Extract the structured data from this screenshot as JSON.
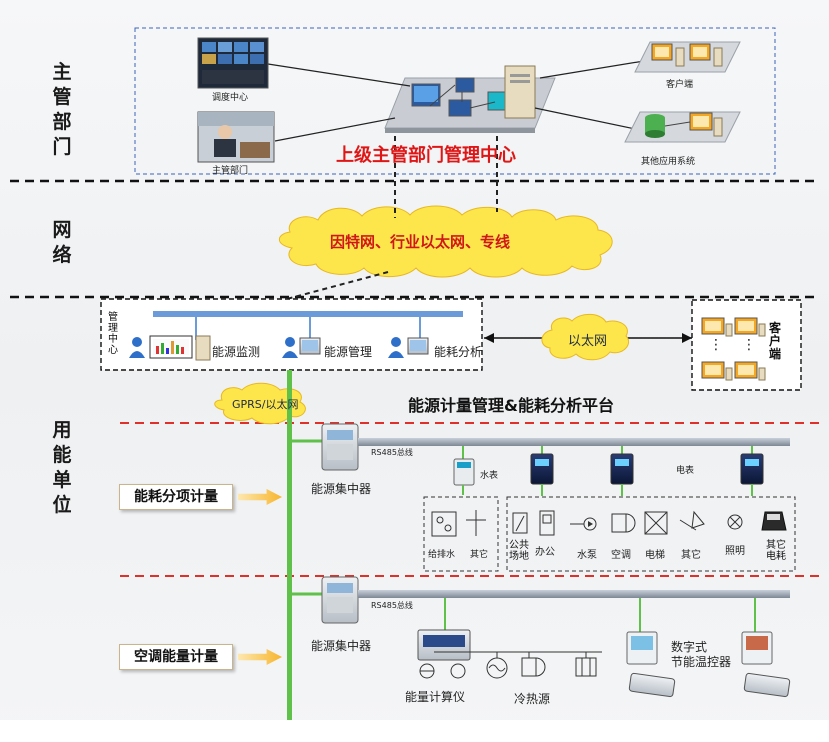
{
  "sections": {
    "top": "主管部门",
    "network": "网络",
    "user": "用能单位"
  },
  "top": {
    "dispatch_label": "调度中心",
    "dept_label": "主管部门",
    "client_label": "客户端",
    "other_label": "其他应用系统",
    "center_title": "上级主管部门管理中心"
  },
  "network": {
    "cloud_label": "因特网、行业以太网、专线"
  },
  "platform": {
    "mgmt_center": "管理中心",
    "mod1": "能源监测",
    "mod2": "能源管理",
    "mod3": "能耗分析",
    "ethernet": "以太网",
    "client": "客户端",
    "dots1": "⋮",
    "dots2": "⋮",
    "gprs": "GPRS/以太网",
    "title": "能源计量管理&能耗分析平台"
  },
  "sub1": {
    "label": "能耗分项计量",
    "collector": "能源集中器",
    "bus": "RS485总线",
    "water_meter": "水表",
    "elec_meter": "电表",
    "water_items": [
      "给排水",
      "其它"
    ],
    "elec_items": [
      "公共场地",
      "办公",
      "水泵",
      "空调",
      "电梯",
      "其它",
      "照明",
      "其它电耗"
    ]
  },
  "sub2": {
    "label": "空调能量计量",
    "collector": "能源集中器",
    "bus": "RS485总线",
    "calc": "能量计算仪",
    "source": "冷热源",
    "thermostat_line1": "数字式",
    "thermostat_line2": "节能温控器"
  },
  "colors": {
    "red_dash": "#e0302a",
    "green_bus": "#5fc04a",
    "cloud_fill": "#fde64b",
    "arrow": "#f7b52b"
  }
}
